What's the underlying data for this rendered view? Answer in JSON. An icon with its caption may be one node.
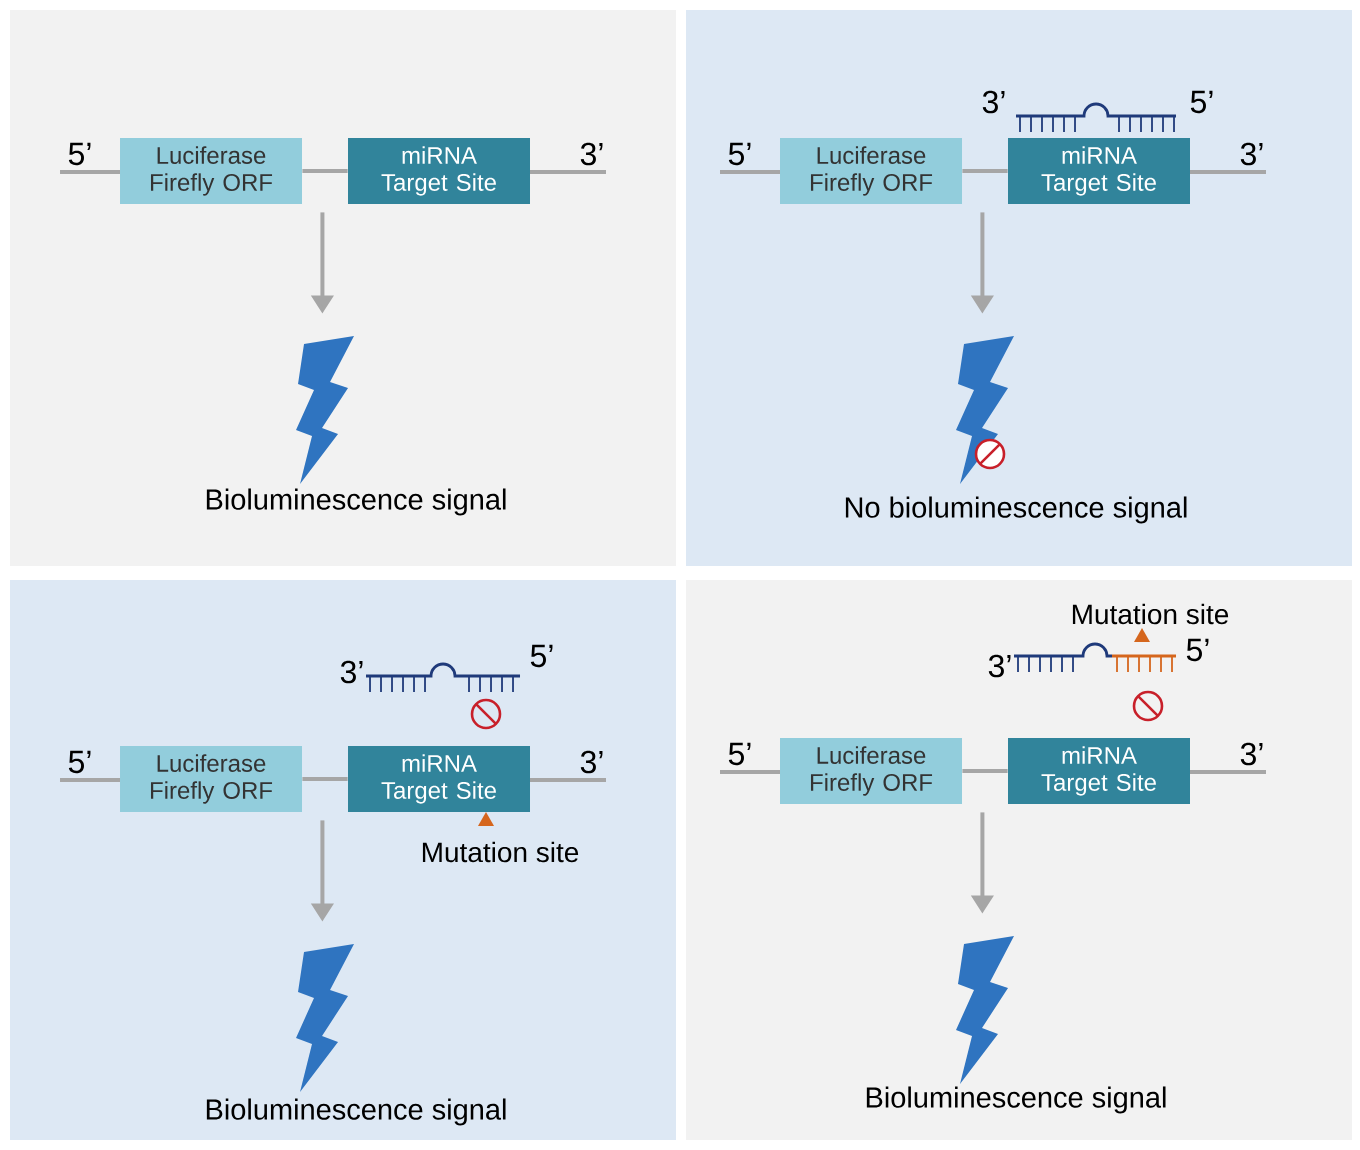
{
  "diagram": {
    "nodes": [
      {
        "text": [
          "Luciferase Firefly ORF"
        ],
        "beside": [
          "5’"
        ]
      },
      {
        "text": [
          "miRNA Target Site"
        ],
        "beside": [
          "3’"
        ]
      },
      {
        "text": [],
        "shape": "bolt",
        "beside": [
          "Bioluminescence signal"
        ]
      },
      {
        "text": [
          "Luciferase Firefly ORF"
        ],
        "beside": [
          "5’"
        ]
      },
      {
        "text": [
          "miRNA Target Site"
        ],
        "beside": [
          "3’"
        ]
      },
      {
        "text": [],
        "shape": "bolt",
        "beside": [
          "No bioluminescence signal"
        ]
      },
      {
        "text": [
          "Luciferase Firefly ORF"
        ],
        "beside": [
          "5’"
        ]
      },
      {
        "text": [
          "miRNA Target Site"
        ],
        "beside": [
          "3’"
        ]
      },
      {
        "text": [],
        "shape": "bolt",
        "beside": [
          "Bioluminescence signal"
        ]
      },
      {
        "text": [
          "Luciferase Firefly ORF"
        ],
        "beside": [
          "5’"
        ]
      },
      {
        "text": [
          "miRNA Target Site"
        ],
        "beside": [
          "3’"
        ]
      },
      {
        "text": [],
        "shape": "bolt",
        "beside": [
          "Bioluminescence signal"
        ]
      }
    ],
    "edges": [
      {
        "from": 0,
        "to": 1,
        "arrow": "none"
      },
      {
        "from": 0,
        "to": 2,
        "arrow": "to"
      },
      {
        "from": 3,
        "to": 4,
        "arrow": "none"
      },
      {
        "from": 3,
        "to": 5,
        "arrow": "to"
      },
      {
        "from": 6,
        "to": 7,
        "arrow": "none"
      },
      {
        "from": 6,
        "to": 8,
        "arrow": "to"
      },
      {
        "from": 9,
        "to": 10,
        "arrow": "none"
      },
      {
        "from": 9,
        "to": 11,
        "arrow": "to"
      }
    ],
    "labels": [
      "3’",
      "5’",
      "3’",
      "5’",
      "Mutation site",
      "Mutation site",
      "3’",
      "5’"
    ]
  }
}
